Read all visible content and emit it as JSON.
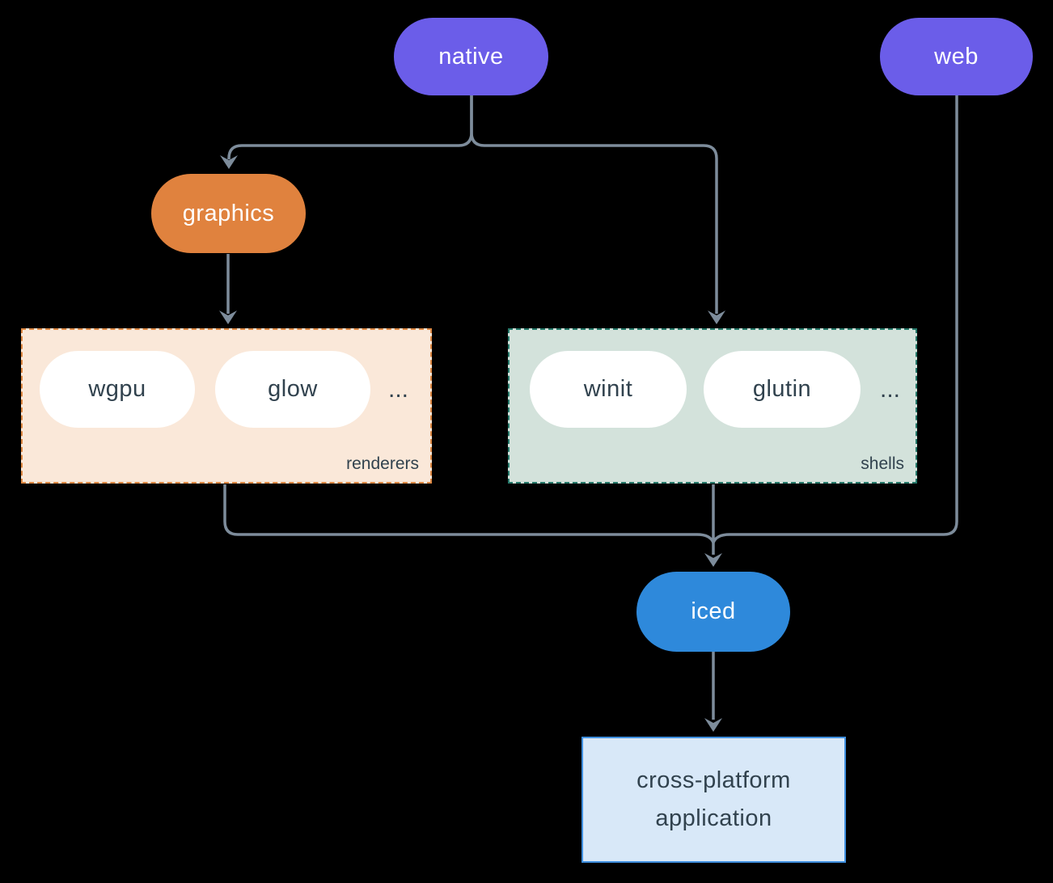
{
  "colors": {
    "background": "#000000",
    "edge": "#7d8c9b",
    "node_purple": "#6b5de9",
    "node_orange": "#e0823e",
    "node_blue": "#2e89db",
    "renderers_fill": "#fae8d9",
    "renderers_border": "#dd8843",
    "shells_fill": "#d3e2db",
    "shells_border": "#26796a",
    "app_fill": "#d8e8f8",
    "app_border": "#3f8fdf",
    "text_dark": "#31424e",
    "text_light": "#ffffff"
  },
  "nodes": {
    "native": {
      "label": "native"
    },
    "web": {
      "label": "web"
    },
    "graphics": {
      "label": "graphics"
    },
    "iced": {
      "label": "iced"
    },
    "application": {
      "label": "cross-platform application"
    }
  },
  "groups": {
    "renderers": {
      "label": "renderers",
      "items": [
        {
          "label": "wgpu"
        },
        {
          "label": "glow"
        }
      ],
      "ellipsis": "..."
    },
    "shells": {
      "label": "shells",
      "items": [
        {
          "label": "winit"
        },
        {
          "label": "glutin"
        }
      ],
      "ellipsis": "..."
    }
  }
}
